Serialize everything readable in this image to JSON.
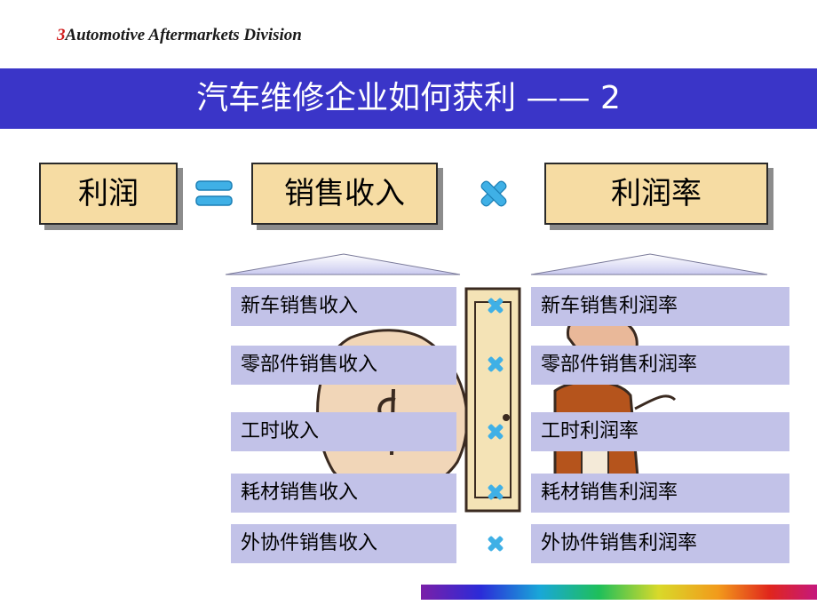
{
  "header": {
    "number": "3",
    "division": "Automotive Aftermarkets Division"
  },
  "title": {
    "text": "汽车维修企业如何获利 —— 2"
  },
  "equation": {
    "profit": "利润",
    "revenue": "销售收入",
    "margin": "利润率"
  },
  "revenue_items": [
    "新车销售收入",
    "零部件销售收入",
    "工时收入",
    "耗材销售收入",
    "外协件销售收入"
  ],
  "margin_items": [
    "新车销售利润率",
    "零部件销售利润率",
    "工时利润率",
    "耗材销售利润率",
    "外协件销售利润率"
  ],
  "colors": {
    "title_band": "#3a35c8",
    "box_fill": "#f6dca3",
    "item_fill": "#c2c2e8",
    "operator": "#3fb0e6"
  },
  "icons": [
    "equals-icon",
    "multiply-icon"
  ]
}
